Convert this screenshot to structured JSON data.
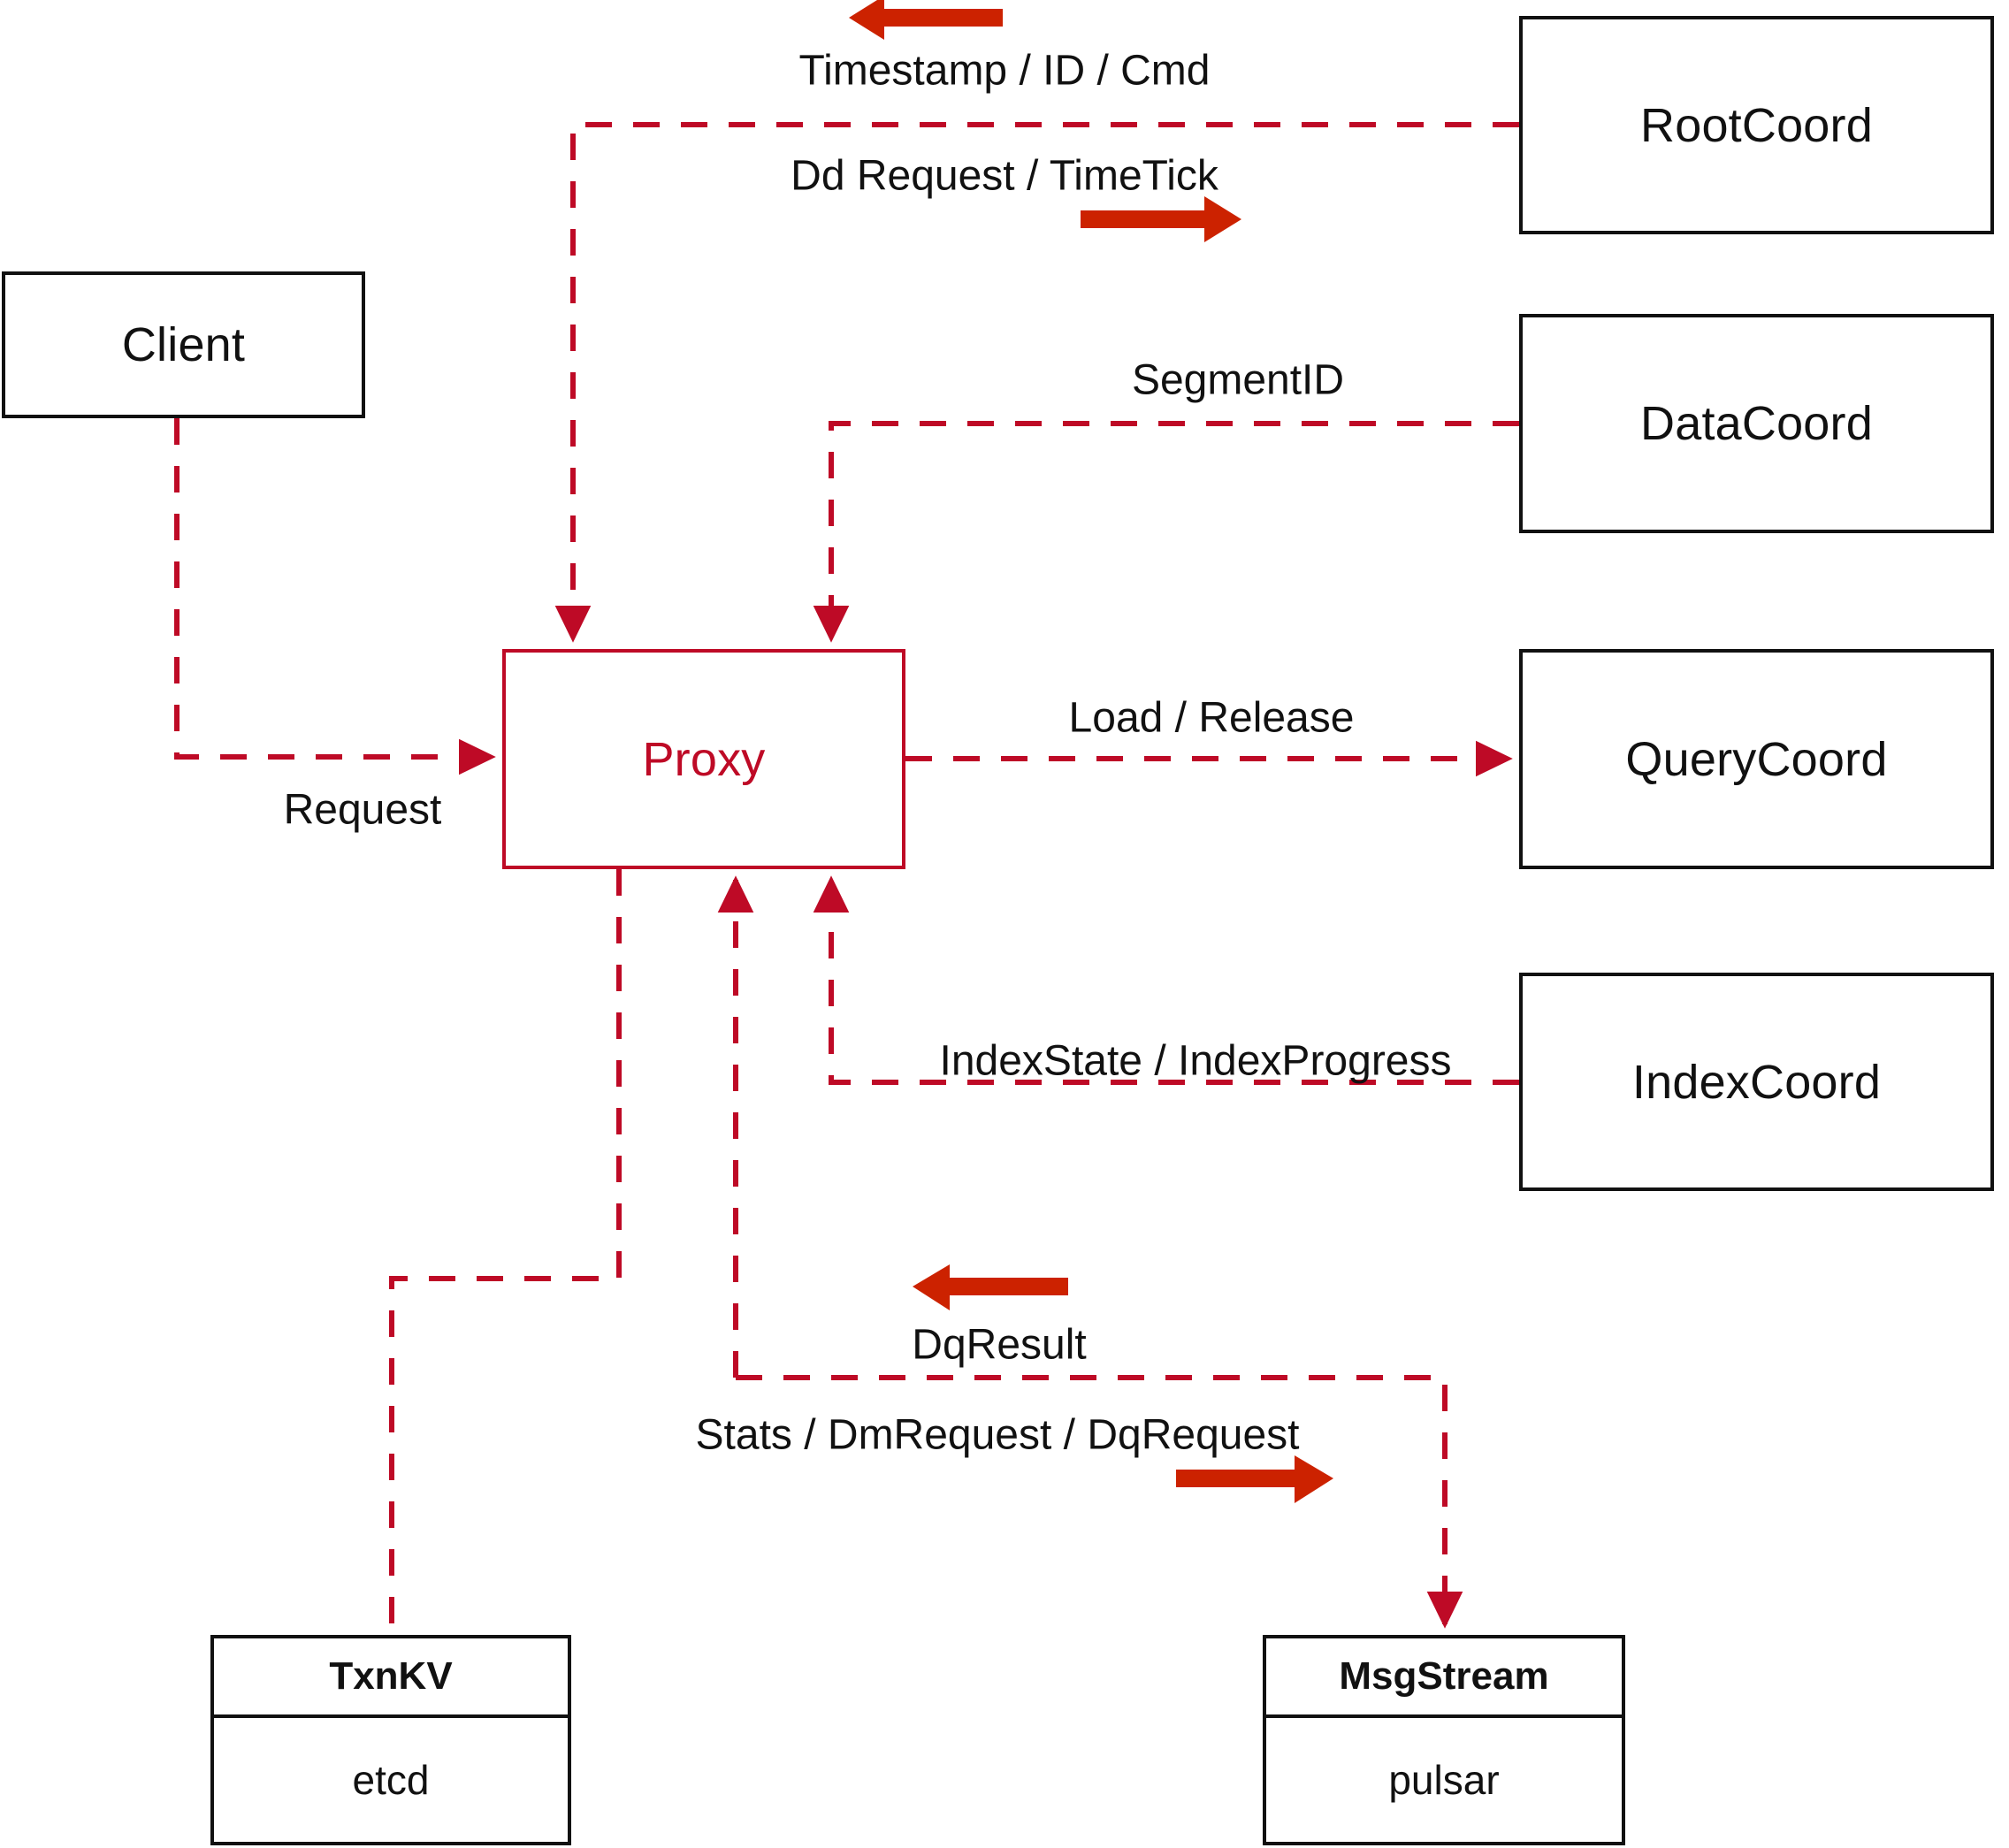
{
  "diagram": {
    "title": "Milvus Proxy interaction diagram",
    "colors": {
      "connector": "#BE0A26",
      "direction_arrow": "#CC2200",
      "node_border": "#111111",
      "proxy_accent": "#BE0A26",
      "background": "#FFFFFF"
    }
  },
  "nodes": [
    {
      "id": "client",
      "label": "Client"
    },
    {
      "id": "proxy",
      "label": "Proxy"
    },
    {
      "id": "rootcoord",
      "label": "RootCoord"
    },
    {
      "id": "datacoord",
      "label": "DataCoord"
    },
    {
      "id": "querycoord",
      "label": "QueryCoord"
    },
    {
      "id": "indexcoord",
      "label": "IndexCoord"
    }
  ],
  "stores": [
    {
      "id": "txnkv",
      "title": "TxnKV",
      "body": "etcd"
    },
    {
      "id": "msgstream",
      "title": "MsgStream",
      "body": "pulsar"
    }
  ],
  "edge_labels": {
    "timestamp_id_cmd": "Timestamp / ID / Cmd",
    "dd_request_timetick": "Dd Request / TimeTick",
    "segment_id": "SegmentID",
    "request": "Request",
    "load_release": "Load / Release",
    "index_state_progress": "IndexState / IndexProgress",
    "dq_result": "DqResult",
    "stats_dm_dq_request": "Stats / DmRequest / DqRequest"
  },
  "icons": {
    "arrow_left_top": "arrow-left-icon",
    "arrow_right_rootcoord": "arrow-right-icon",
    "arrow_left_dqresult": "arrow-left-icon",
    "arrow_right_dqrequest": "arrow-right-icon"
  }
}
